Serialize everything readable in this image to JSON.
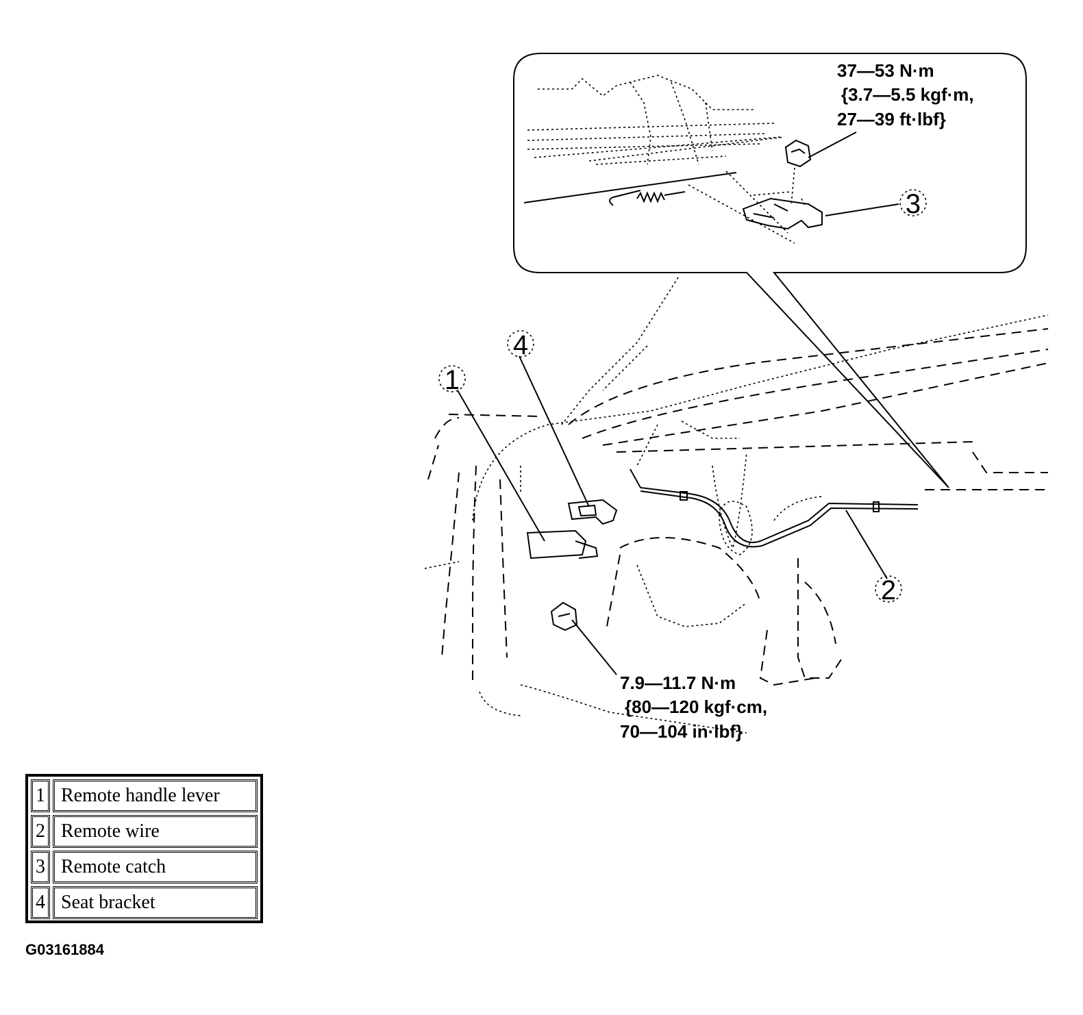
{
  "callouts": [
    "1",
    "2",
    "3",
    "4"
  ],
  "torque_upper": [
    "37—53 N·m",
    "{3.7—5.5 kgf·m,",
    "27—39 ft·lbf}"
  ],
  "torque_lower": [
    "7.9—11.7 N·m",
    "{80—120 kgf·cm,",
    "70—104 in·lbf}"
  ],
  "legend": [
    {
      "num": "1",
      "label": "Remote handle lever"
    },
    {
      "num": "2",
      "label": "Remote wire"
    },
    {
      "num": "3",
      "label": "Remote catch"
    },
    {
      "num": "4",
      "label": "Seat bracket"
    }
  ],
  "figure_id": "G03161884"
}
